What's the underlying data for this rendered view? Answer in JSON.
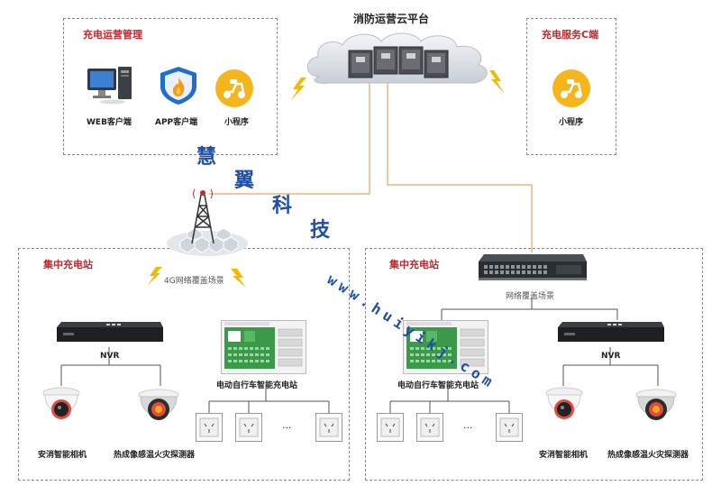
{
  "cloud": {
    "title": "消防运营云平台"
  },
  "mgmt_box": {
    "title": "充电运营管理",
    "items": [
      "WEB客户端",
      "APP客户端",
      "小程序"
    ]
  },
  "service_box": {
    "title": "充电服务C端",
    "item": "小程序"
  },
  "tower": {
    "label": "4G网络覆盖场景"
  },
  "switch": {
    "label": "网络覆盖场景"
  },
  "left_station": {
    "title": "集中充电站",
    "nvr": "NVR",
    "charger": "电动自行车智能充电站",
    "camera1": "安消智能相机",
    "camera2": "热成像感温火灾探测器",
    "ellipsis": "···"
  },
  "right_station": {
    "title": "集中充电站",
    "nvr": "NVR",
    "charger": "电动自行车智能充电站",
    "camera1": "安消智能相机",
    "camera2": "热成像感温火灾探测器",
    "ellipsis": "···"
  },
  "watermark": {
    "chars": [
      "慧",
      "翼",
      "科",
      "技"
    ],
    "url": "www.huiyikj.com"
  },
  "colors": {
    "accent_red": "#c0282d",
    "line_orange": "#f0a060",
    "watermark_blue": "#1f4ea6"
  }
}
